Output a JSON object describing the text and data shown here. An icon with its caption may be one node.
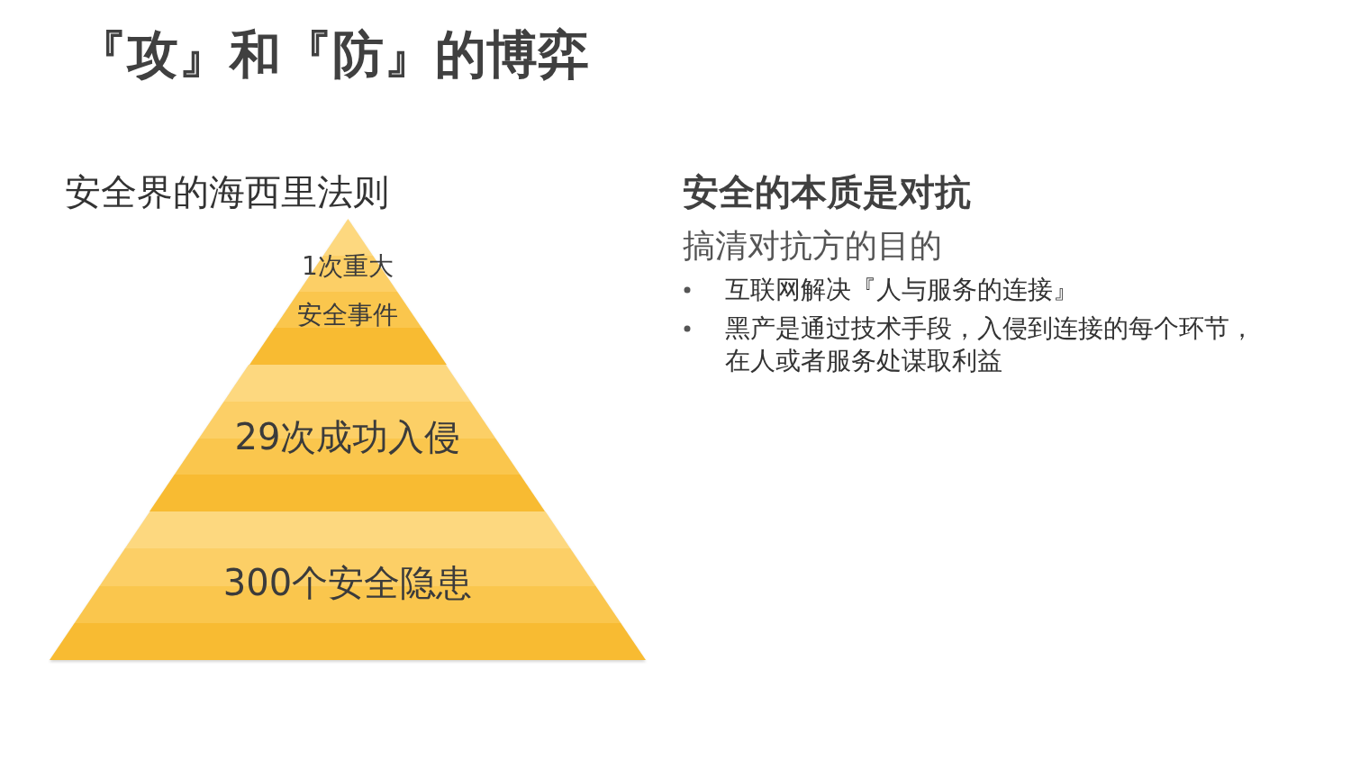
{
  "diagram": {
    "title": "『攻』和『防』的博弈",
    "nodes": [
      {
        "text": [
          "1次重大安全事件"
        ]
      },
      {
        "text": [
          "29次成功入侵"
        ]
      },
      {
        "text": [
          "300个安全隐患"
        ]
      }
    ],
    "labels": [
      "安全界的海西里法则",
      "安全的本质是对抗",
      "搞清对抗方的目的",
      "互联网解决『人与服务的连接』",
      "黑产是通过技术手段，入侵到连接的每个环节，在人或者服务处谋取利益"
    ]
  }
}
